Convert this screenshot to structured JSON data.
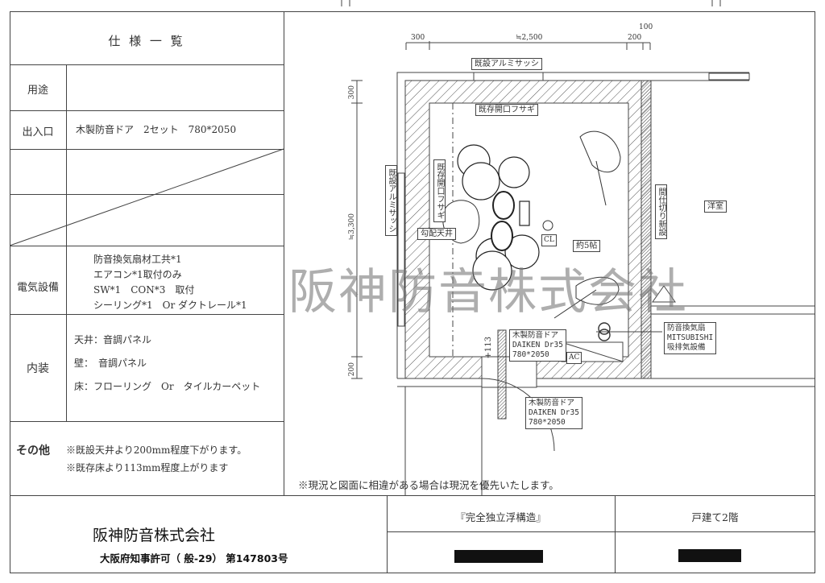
{
  "spec": {
    "title": "仕 様 一 覧",
    "rows": [
      {
        "label": "用途",
        "value": ""
      },
      {
        "label": "出入口",
        "value": "木製防音ドア　2セット　780*2050"
      },
      {
        "label": "電気設備",
        "lines": [
          "防音換気扇材工共*1",
          "エアコン*1取付のみ",
          "SW*1　CON*3　取付",
          "シーリング*1　Or ダクトレール*1"
        ]
      },
      {
        "label": "内装",
        "lines": [
          "天井：音調パネル",
          "壁：　音調パネル",
          "床：フローリング　Or　タイルカーペット"
        ]
      }
    ],
    "other_label": "その他",
    "other_lines": [
      "※既設天井より200mm程度下がります。",
      "※既存床より113mm程度上がります"
    ]
  },
  "plan": {
    "dims": {
      "top_left": "300",
      "top_mid": "≒2,500",
      "top_right": "200",
      "top_far": "100",
      "left_top": "300",
      "left_mid": "≒3,300",
      "left_bottom": "200",
      "door_rise": "+113"
    },
    "labels": {
      "sash_top": "既設アルミサッシ",
      "opening_top": "既存開口フサギ",
      "sash_left": "既設アルミサッシ",
      "opening_left": "既存開口フサギ",
      "sloped_ceiling": "勾配天井",
      "partition": "間仕切り新設",
      "western_room": "洋室",
      "room_size": "約5帖",
      "ceiling_light": "CL",
      "ac": "AC"
    },
    "door_inner": [
      "木製防音ドア",
      "DAIKEN Dr35",
      "780*2050"
    ],
    "door_outer": [
      "木製防音ドア",
      "DAIKEN Dr35",
      "780*2050"
    ],
    "fan": [
      "防音換気扇",
      "MITSUBISHI",
      "吸排気設備"
    ]
  },
  "note": "※現況と図面に相違がある場合は現況を優先いたします。",
  "watermark": "阪神防音株式会社",
  "footer": {
    "company": "阪神防音株式会社",
    "license": "大阪府知事許可（ 般-29） 第147803号",
    "structure": "『完全独立浮構造』",
    "building": "戸建て2階"
  }
}
